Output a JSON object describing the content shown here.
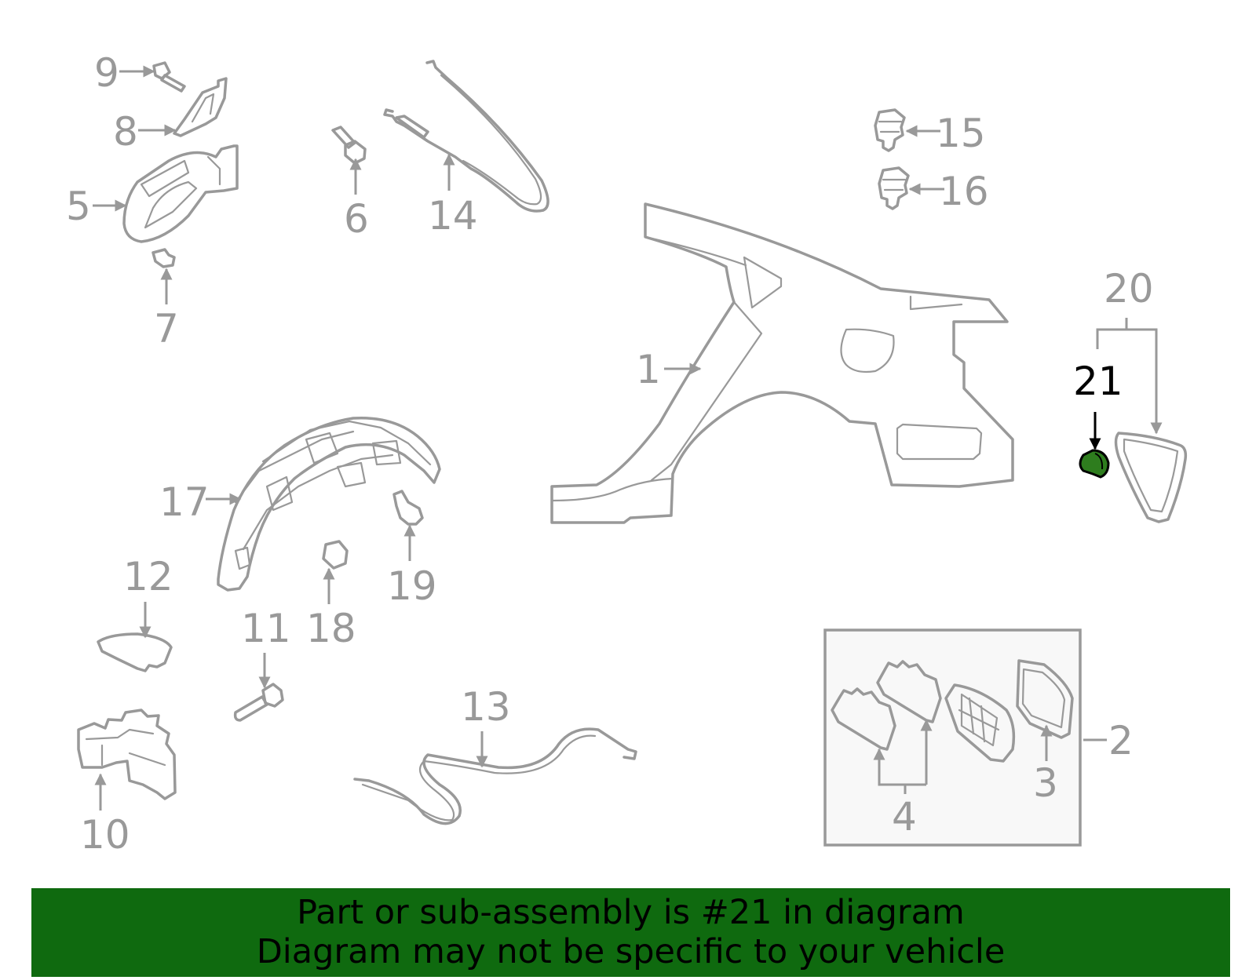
{
  "callouts": [
    {
      "id": "1",
      "text": "1"
    },
    {
      "id": "2",
      "text": "2"
    },
    {
      "id": "3",
      "text": "3"
    },
    {
      "id": "4",
      "text": "4"
    },
    {
      "id": "5",
      "text": "5"
    },
    {
      "id": "6",
      "text": "6"
    },
    {
      "id": "7",
      "text": "7"
    },
    {
      "id": "8",
      "text": "8"
    },
    {
      "id": "9",
      "text": "9"
    },
    {
      "id": "10",
      "text": "10"
    },
    {
      "id": "11",
      "text": "11"
    },
    {
      "id": "12",
      "text": "12"
    },
    {
      "id": "13",
      "text": "13"
    },
    {
      "id": "14",
      "text": "14"
    },
    {
      "id": "15",
      "text": "15"
    },
    {
      "id": "16",
      "text": "16"
    },
    {
      "id": "17",
      "text": "17"
    },
    {
      "id": "18",
      "text": "18"
    },
    {
      "id": "19",
      "text": "19"
    },
    {
      "id": "20",
      "text": "20"
    },
    {
      "id": "21",
      "text": "21",
      "highlighted": true
    }
  ],
  "colors": {
    "line_art": "#999999",
    "highlight_part": "#2e7d1e",
    "highlight_label": "#000000",
    "banner_background": "#0f6a0f",
    "banner_text": "#000000"
  },
  "banner": {
    "line1": "Part or sub-assembly is #21 in diagram",
    "line2": "Diagram may not be specific to your vehicle"
  }
}
